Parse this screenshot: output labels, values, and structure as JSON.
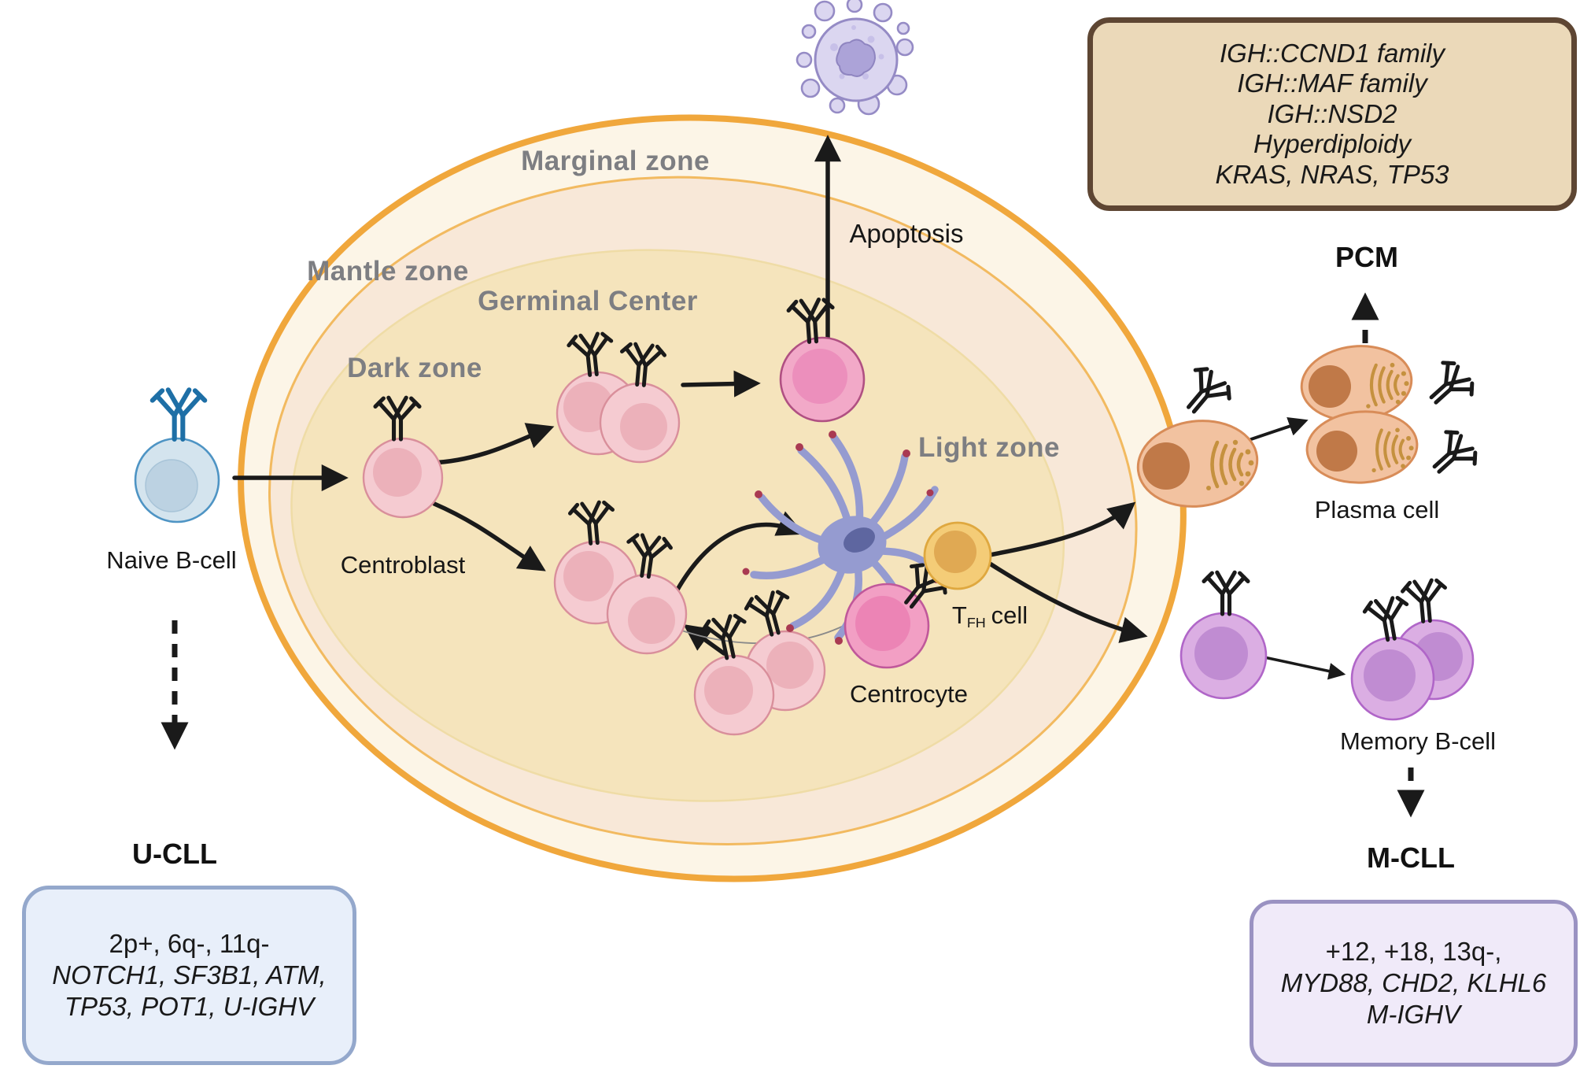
{
  "zones": {
    "marginal": "Marginal zone",
    "mantle": "Mantle zone",
    "germinal_center": "Germinal Center",
    "dark": "Dark zone",
    "light": "Light zone"
  },
  "labels": {
    "apoptosis": "Apoptosis",
    "naive_b_cell": "Naive B-cell",
    "centroblast": "Centroblast",
    "centrocyte": "Centrocyte",
    "tfh_t": "T",
    "tfh_sub": "FH",
    "tfh_rest": "cell",
    "plasma_cell": "Plasma cell",
    "memory_b_cell": "Memory B-cell",
    "pcm": "PCM",
    "u_cll": "U-CLL",
    "m_cll": "M-CLL"
  },
  "boxes": {
    "myeloma": {
      "lines": [
        "IGH::CCND1 family",
        "IGH::MAF family",
        "IGH::NSD2",
        "Hyperdiploidy",
        "KRAS, NRAS, TP53"
      ]
    },
    "u_cll": {
      "line1": "2p+, 6q-, 11q-",
      "line2": "NOTCH1, SF3B1, ATM,",
      "line3": "TP53, POT1, U-IGHV"
    },
    "m_cll": {
      "line1": "+12, +18, 13q-,",
      "line2": "MYD88, CHD2, KLHL6",
      "line3": "M-IGHV"
    }
  },
  "colors": {
    "follicle_border": "#f0a73c",
    "marginal_zone_fill": "#fcf5e7",
    "mantle_zone_fill": "#f8e8d8",
    "germinal_center_fill": "#f5e4bc",
    "zone_label": "#7d7e82",
    "myeloma_box_bg": "#ebd9b9",
    "myeloma_box_border": "#5e4633",
    "ucll_box_bg": "#e8effa",
    "ucll_box_border": "#94a8cc",
    "mcll_box_bg": "#f0eaf9",
    "mcll_box_border": "#9a92c2",
    "naive_b_cell": "#d4e4ee",
    "centroblast": "#f5cbd1",
    "centrocyte": "#f2a9c8",
    "tfh_cell": "#f4cc77",
    "fdc_cell": "#959bd0",
    "plasma_cell": "#f2c2a0",
    "memory_b_cell": "#dbaee3",
    "apoptotic_cell": "#dbd6f0",
    "bcr_naive": "#1e6fa6",
    "antibody": "#1a1a1a"
  }
}
